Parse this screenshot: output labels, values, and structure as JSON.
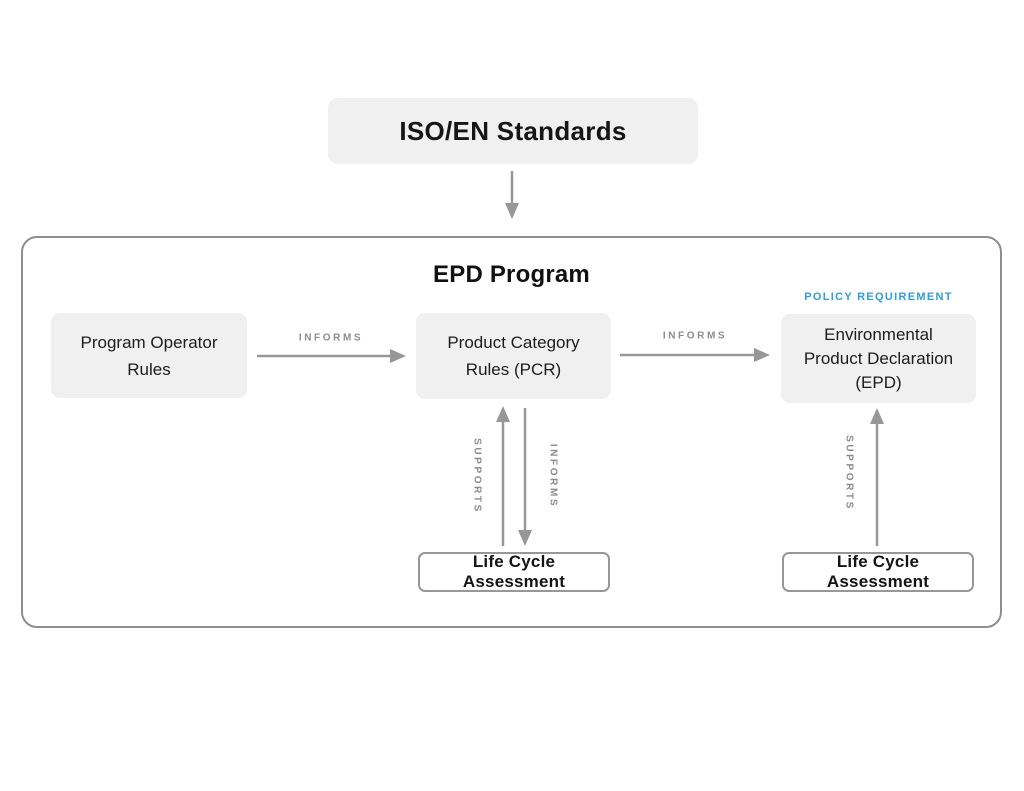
{
  "iso_box": {
    "label": "ISO/EN Standards"
  },
  "epd_program": {
    "title": "EPD Program",
    "policy_requirement": "POLICY REQUIREMENT",
    "boxes": {
      "program_operator_rules": "Program Operator Rules",
      "product_category_rules": "Product Category Rules (PCR)",
      "environmental_product_declaration": "Environmental Product Declaration (EPD)",
      "life_cycle_assessment_left": "Life Cycle Assessment",
      "life_cycle_assessment_right": "Life Cycle Assessment"
    },
    "arrow_labels": {
      "informs": "INFORMS",
      "supports": "SUPPORTS"
    }
  },
  "colors": {
    "box_fill": "#f0f0f0",
    "container_border": "#8e8e8e",
    "arrow_gray": "#979797",
    "flow_label_gray": "#8c8c8c",
    "text_dark": "#1c1c1c",
    "policy_blue": "#2d9ede"
  }
}
